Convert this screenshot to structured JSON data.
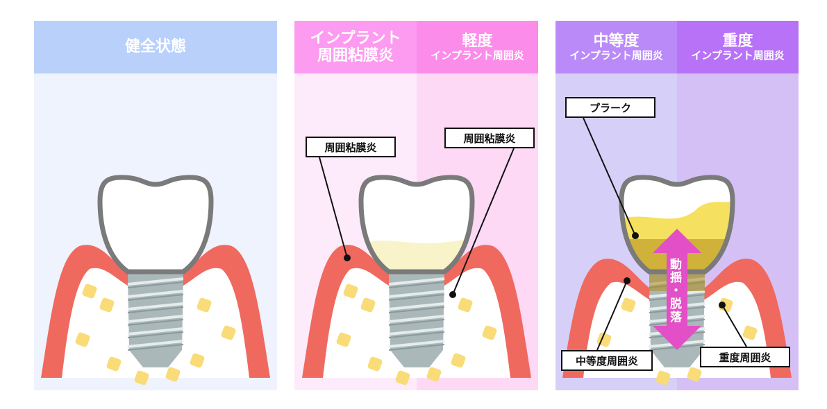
{
  "panels": [
    {
      "title": "健全状態",
      "header_color": "#b9d0fb",
      "body_color": "#eef3fd"
    },
    {
      "title_line1": "インプラント",
      "title_line2": "周囲粘膜炎",
      "header_color": "#fc9bef",
      "body_color": "#fdebfb"
    },
    {
      "title": "軽度",
      "subtitle": "インプラント周囲炎",
      "header_color": "#fc8ce9",
      "body_color": "#fdd9f5"
    },
    {
      "title": "中等度",
      "subtitle": "インプラント周囲炎",
      "header_color": "#b98af8",
      "body_color": "#d6cff8"
    },
    {
      "title": "重度",
      "subtitle": "インプラント周囲炎",
      "header_color": "#b772f7",
      "body_color": "#d5c0f5"
    }
  ],
  "labels": {
    "mucositis_left": "周囲粘膜炎",
    "mucositis_right": "周囲粘膜炎",
    "plaque": "プラーク",
    "moderate": "中等度周囲炎",
    "severe": "重度周囲炎",
    "mobility": "動揺・脱落"
  },
  "colors": {
    "gum": "#f0695f",
    "bone": "#ffffff",
    "spot": "#f9dc78",
    "screw": "#aab8ba",
    "crown_outline": "#7a7a7a",
    "plaque": "#f5e060",
    "arrow": "#e24fc6"
  }
}
